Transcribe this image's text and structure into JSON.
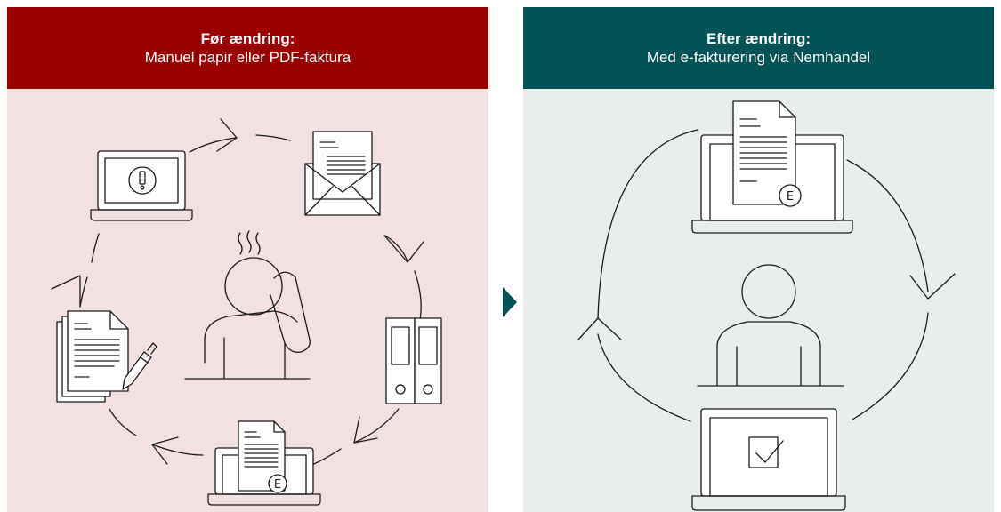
{
  "before": {
    "title": "Før ændring:",
    "subtitle": "Manuel papir eller PDF-faktura",
    "header_color": "#9b0000",
    "background_color": "#f3e1e2",
    "icons": [
      "laptop-warning-icon",
      "envelope-letter-icon",
      "binders-icon",
      "laptop-invoice-icon",
      "paper-stack-pen-icon",
      "stressed-person-icon"
    ],
    "invoice_badge": "E"
  },
  "after": {
    "title": "Efter ændring:",
    "subtitle": "Med e-fakturering via Nemhandel",
    "header_color": "#005456",
    "background_color": "#e8efea",
    "icons": [
      "laptop-invoice-icon",
      "person-icon",
      "laptop-check-icon"
    ],
    "invoice_badge": "E"
  },
  "divider_arrow": "play-arrow-icon"
}
